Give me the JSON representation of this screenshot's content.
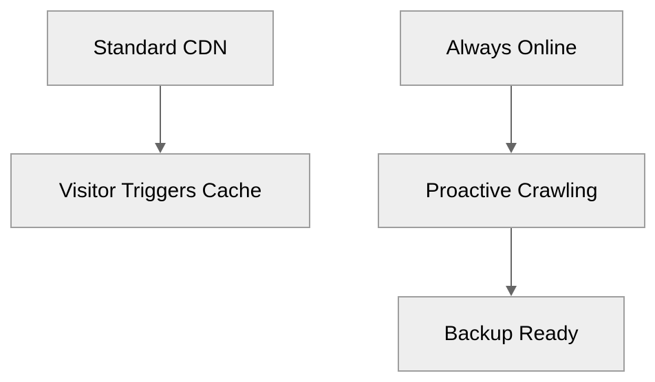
{
  "diagram": {
    "nodes": [
      {
        "id": "standard-cdn",
        "label": "Standard CDN"
      },
      {
        "id": "visitor-triggers-cache",
        "label": "Visitor Triggers Cache"
      },
      {
        "id": "always-online",
        "label": "Always Online"
      },
      {
        "id": "proactive-crawling",
        "label": "Proactive Crawling"
      },
      {
        "id": "backup-ready",
        "label": "Backup Ready"
      }
    ],
    "edges": [
      {
        "from": "standard-cdn",
        "to": "visitor-triggers-cache"
      },
      {
        "from": "always-online",
        "to": "proactive-crawling"
      },
      {
        "from": "proactive-crawling",
        "to": "backup-ready"
      }
    ]
  },
  "colors": {
    "node_fill": "#eeeeee",
    "node_border": "#9e9e9e",
    "arrow": "#666666",
    "text": "#000000"
  }
}
